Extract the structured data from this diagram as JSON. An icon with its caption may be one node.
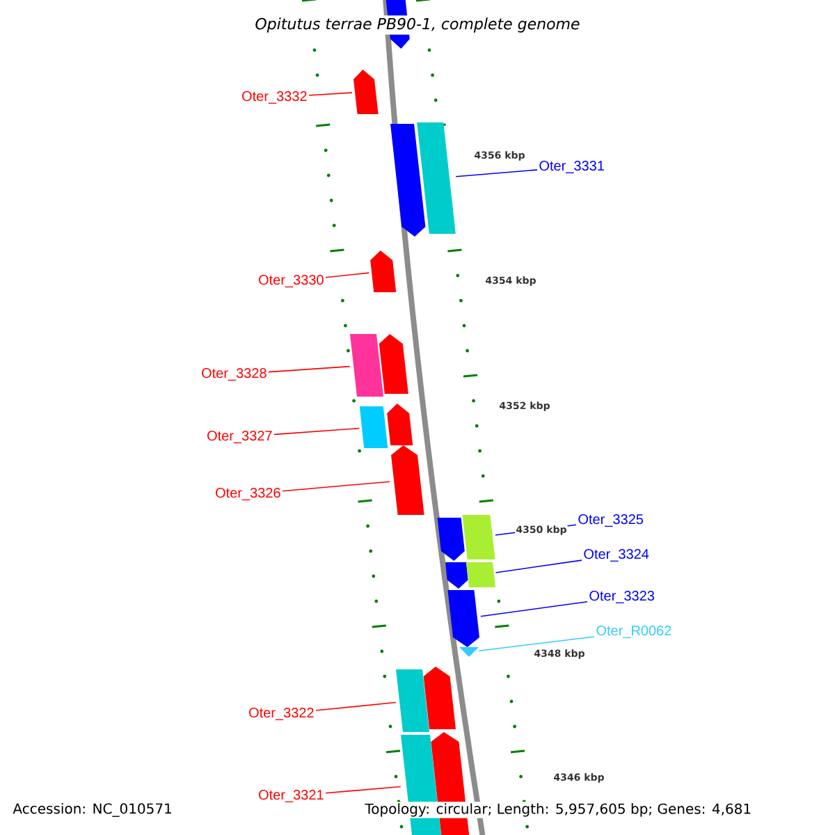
{
  "diagram": {
    "title": "Opitutus terrae PB90-1, complete genome",
    "nodes": [
      {
        "text": [
          "Oter_3332"
        ]
      },
      {
        "text": [
          "Oter_3331"
        ]
      },
      {
        "text": [
          "Oter_3330"
        ]
      },
      {
        "text": [
          "Oter_3328"
        ]
      },
      {
        "text": [
          "Oter_3327"
        ]
      },
      {
        "text": [
          "Oter_3326"
        ]
      },
      {
        "text": [
          "Oter_3325"
        ]
      },
      {
        "text": [
          "Oter_3324"
        ]
      },
      {
        "text": [
          "Oter_3323"
        ]
      },
      {
        "text": [
          "Oter_R0062"
        ]
      },
      {
        "text": [
          "Oter_3322"
        ]
      },
      {
        "text": [
          "Oter_3321"
        ]
      },
      {
        "text": [],
        "shape": "bar"
      },
      {
        "text": [],
        "shape": "bar"
      },
      {
        "text": [],
        "shape": "bar"
      },
      {
        "text": [],
        "shape": "bar"
      },
      {
        "text": [],
        "shape": "bar"
      },
      {
        "text": [],
        "shape": "bar"
      },
      {
        "text": [],
        "shape": "bar"
      },
      {
        "text": [],
        "shape": "bar"
      },
      {
        "text": [],
        "shape": "bar"
      },
      {
        "text": [],
        "shape": "bar"
      },
      {
        "text": [],
        "shape": "bar"
      },
      {
        "text": [],
        "shape": "bar"
      },
      {
        "text": [],
        "shape": "bar"
      },
      {
        "text": [],
        "shape": "bar"
      },
      {
        "text": [],
        "shape": "bar"
      },
      {
        "text": [],
        "shape": "triangle"
      },
      {
        "text": [],
        "shape": "bar"
      },
      {
        "text": [],
        "shape": "bar"
      },
      {
        "text": [],
        "shape": "bar"
      },
      {
        "text": [],
        "shape": "bar"
      }
    ],
    "edges": [
      {
        "from": 0,
        "to": 13,
        "arrow": "none"
      },
      {
        "from": 1,
        "to": 15,
        "arrow": "none",
        "color": "#0000ff"
      },
      {
        "from": 2,
        "to": 16,
        "arrow": "none"
      },
      {
        "from": 3,
        "to": 17,
        "arrow": "none"
      },
      {
        "from": 4,
        "to": 19,
        "arrow": "none"
      },
      {
        "from": 5,
        "to": 21,
        "arrow": "none"
      },
      {
        "from": 6,
        "to": 23,
        "arrow": "none",
        "color": "#0000ff"
      },
      {
        "from": 7,
        "to": 25,
        "arrow": "none",
        "color": "#0000ff"
      },
      {
        "from": 8,
        "to": 26,
        "arrow": "none",
        "color": "#0000ff"
      },
      {
        "from": 9,
        "to": 27,
        "arrow": "none",
        "color": "#33ccff"
      },
      {
        "from": 10,
        "to": 28,
        "arrow": "none"
      },
      {
        "from": 11,
        "to": 30,
        "arrow": "none"
      }
    ],
    "labels": [
      "4356 kbp",
      "4354 kbp",
      "4352 kbp",
      "4350 kbp",
      "4348 kbp",
      "4346 kbp",
      "Accession: NC_010571",
      "Topology: circular; Length: 5,957,605 bp; Genes: 4,681"
    ]
  }
}
